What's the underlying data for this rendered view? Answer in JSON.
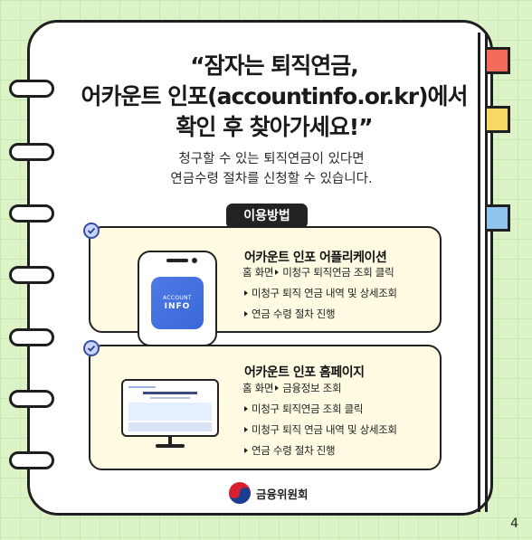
{
  "title_lines": [
    "“잠자는 퇴직연금,",
    "어카운트 인포(accountinfo.or.kr)에서",
    "확인 후 찾아가세요!”"
  ],
  "subtitle_lines": [
    "청구할 수 있는 퇴직연금이 있다면",
    "연금수령 절차를 신청할 수 있습니다."
  ],
  "how_to_label": "이용방법",
  "cards": [
    {
      "title": "어카운트 인포 어플리케이션",
      "steps": [
        "홈 화면",
        "미청구 퇴직연금 조회 클릭",
        "미청구 퇴직 연금 내역 및 상세조회",
        "연금 수령 절차 진행"
      ],
      "illustration": "phone-app-icon",
      "app_icon_text": [
        "ACCOUNT",
        "INFO"
      ]
    },
    {
      "title": "어카운트 인포 홈페이지",
      "steps": [
        "홈 화면",
        "금융정보 조회",
        "미청구 퇴직연금 조회 클릭",
        "미청구 퇴직 연금 내역 및 상세조회",
        "연금 수령 절차 진행"
      ],
      "illustration": "monitor-icon"
    }
  ],
  "footer": {
    "org_name": "금융위원회"
  },
  "page_number": "4",
  "colors": {
    "background": "#dcf3c8",
    "tab_red": "#f26b5b",
    "tab_yellow": "#f7d867",
    "tab_blue": "#8fc4ef",
    "card_bg": "#fffbe3",
    "check": "#c6d4ff"
  }
}
